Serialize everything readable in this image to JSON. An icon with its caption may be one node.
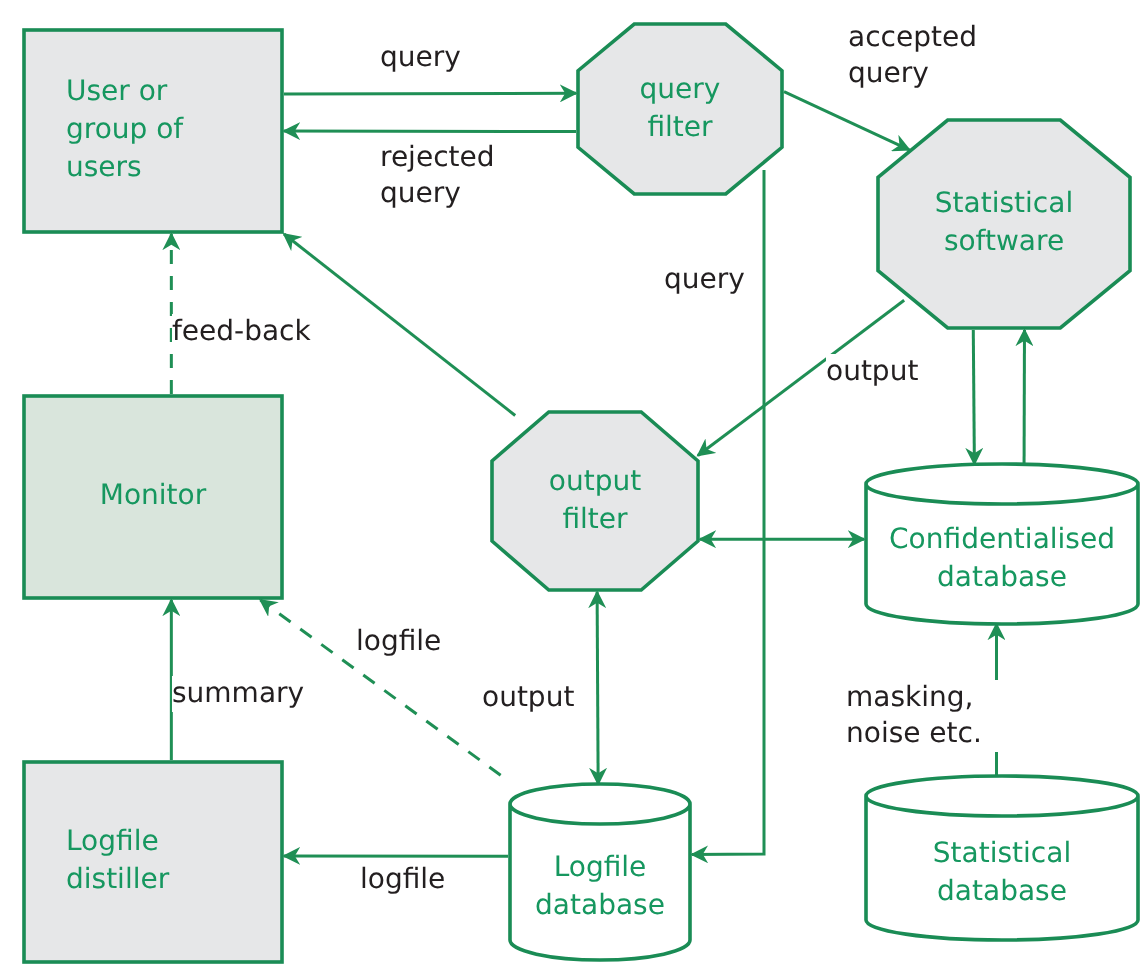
{
  "diagram": {
    "nodes": [
      {
        "text": [
          "User or group of users"
        ]
      },
      {
        "text": [
          "query filter"
        ]
      },
      {
        "text": [
          "Statistical software"
        ]
      },
      {
        "text": [
          "Monitor"
        ]
      },
      {
        "text": [
          "output filter"
        ]
      },
      {
        "text": [
          "Confidentialised database"
        ]
      },
      {
        "text": [
          "Logfile distiller"
        ]
      },
      {
        "text": [
          "Logfile database"
        ]
      },
      {
        "text": [
          "Statistical database"
        ]
      }
    ],
    "edges": [
      {
        "from": 0,
        "to": 1,
        "arrow": "to",
        "label": "query"
      },
      {
        "from": 1,
        "to": 0,
        "arrow": "to",
        "label": "rejected query"
      },
      {
        "from": 1,
        "to": 2,
        "arrow": "to",
        "label": "accepted query"
      },
      {
        "from": 1,
        "to": 7,
        "arrow": "to",
        "label": "query"
      },
      {
        "from": 2,
        "to": 4,
        "arrow": "to",
        "label": "output"
      },
      {
        "from": 4,
        "to": 0,
        "arrow": "to"
      },
      {
        "from": 2,
        "to": 5,
        "arrow": "to"
      },
      {
        "from": 5,
        "to": 2,
        "arrow": "to"
      },
      {
        "from": 4,
        "to": 5,
        "arrow": "both"
      },
      {
        "from": 4,
        "to": 7,
        "arrow": "both",
        "label": "output"
      },
      {
        "from": 8,
        "to": 5,
        "arrow": "to",
        "label": "masking, noise etc."
      },
      {
        "from": 7,
        "to": 6,
        "arrow": "to",
        "label": "logfile"
      },
      {
        "from": 7,
        "to": 3,
        "arrow": "to",
        "label": "logfile",
        "style": "dashed"
      },
      {
        "from": 6,
        "to": 3,
        "arrow": "to",
        "label": "summary"
      },
      {
        "from": 3,
        "to": 0,
        "arrow": "to",
        "label": "feed-back",
        "style": "dashed"
      }
    ]
  }
}
